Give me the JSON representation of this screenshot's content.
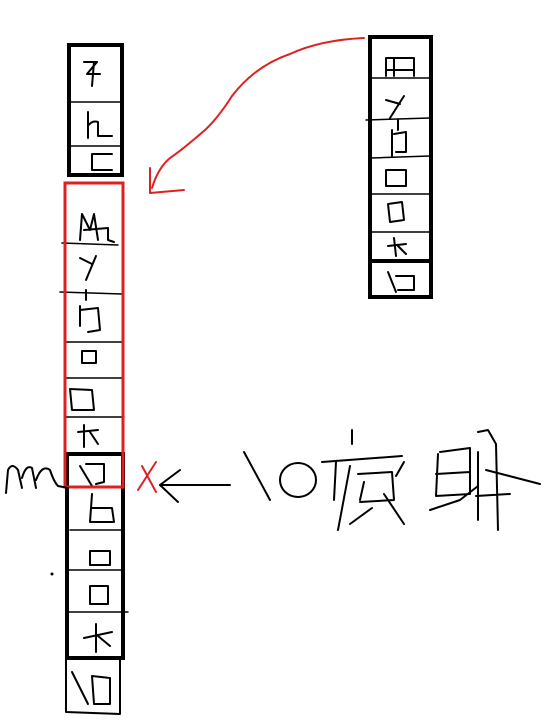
{
  "colors": {
    "ink": "#000000",
    "highlight": "#e02020",
    "background": "#ffffff"
  },
  "left_stack": {
    "cells": [
      "q",
      "h",
      "c",
      "m",
      "y",
      "n",
      "a",
      "o",
      "k",
      "n",
      "b",
      "o",
      "o",
      "k",
      "b"
    ],
    "highlighted_range": [
      3,
      8
    ]
  },
  "right_stack": {
    "cells": [
      "m",
      "y",
      "n",
      "o",
      "o",
      "k",
      "o"
    ]
  },
  "annotations": {
    "side_mark": "m",
    "cross_mark": "x",
    "note": "10夜明"
  }
}
